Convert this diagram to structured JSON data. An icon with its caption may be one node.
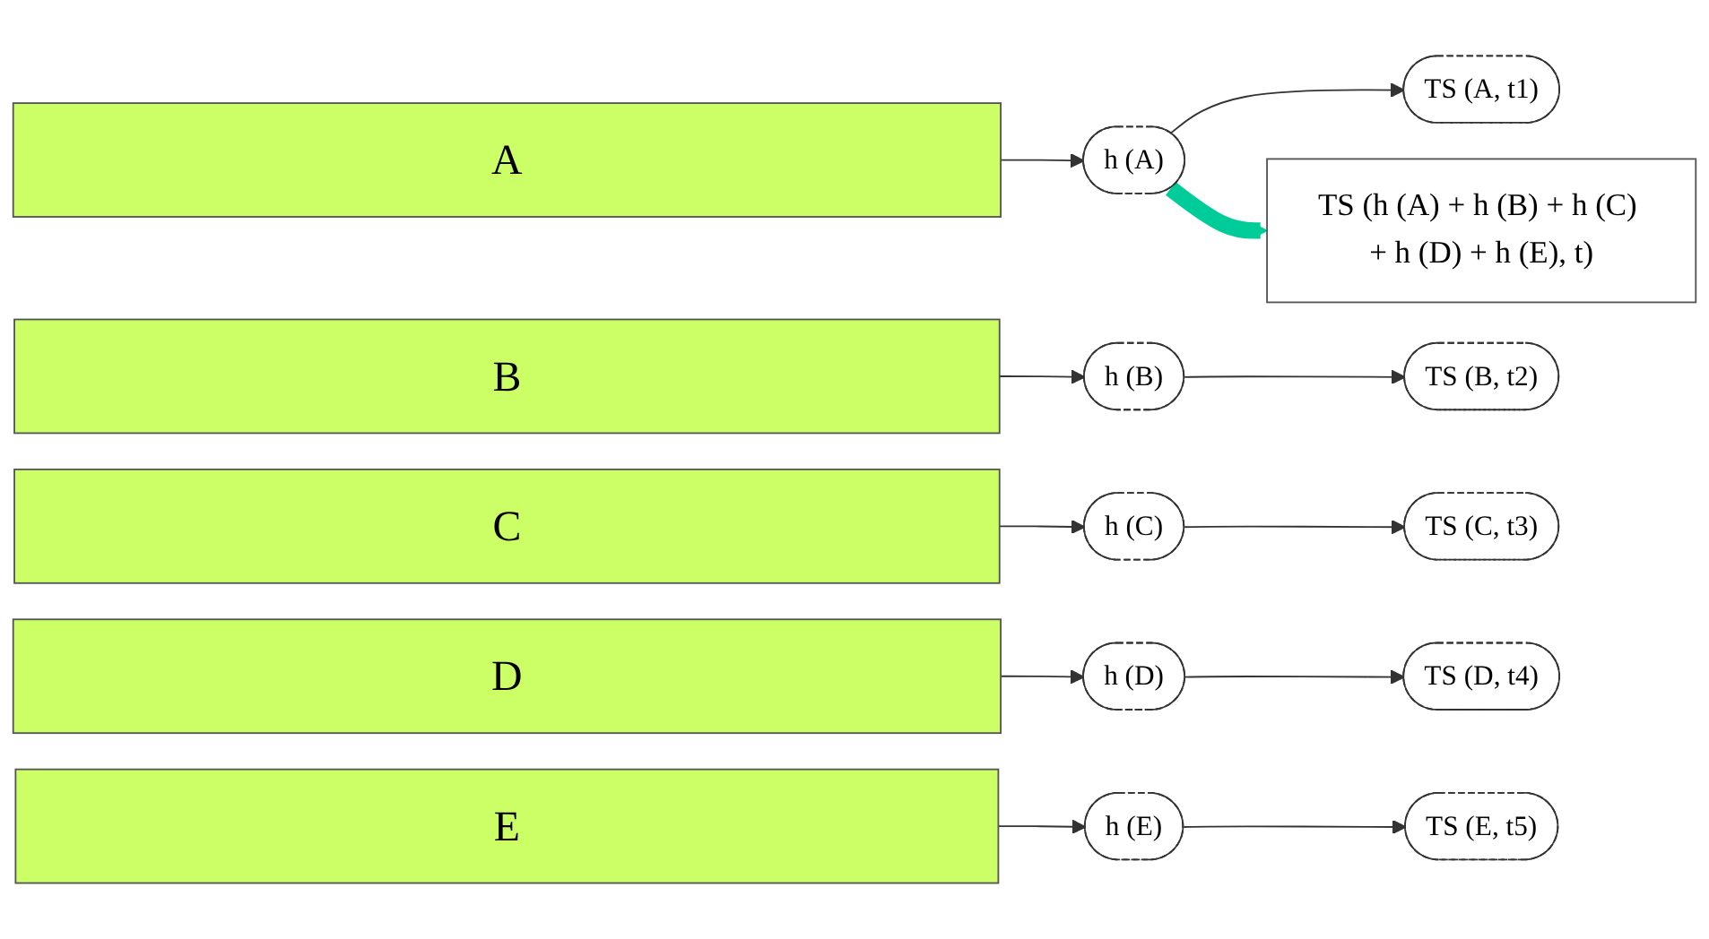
{
  "diagram": {
    "nodes": [
      {
        "text": [
          "A"
        ]
      },
      {
        "text": [
          "h (A)"
        ]
      },
      {
        "text": [
          "TS (A, t1)"
        ]
      },
      {
        "text": [
          "B"
        ]
      },
      {
        "text": [
          "h (B)"
        ]
      },
      {
        "text": [
          "TS (B, t2)"
        ]
      },
      {
        "text": [
          "C"
        ]
      },
      {
        "text": [
          "h (C)"
        ]
      },
      {
        "text": [
          "TS (C, t3)"
        ]
      },
      {
        "text": [
          "D"
        ]
      },
      {
        "text": [
          "h (D)"
        ]
      },
      {
        "text": [
          "TS (D, t4)"
        ]
      },
      {
        "text": [
          "E"
        ]
      },
      {
        "text": [
          "h (E)"
        ]
      },
      {
        "text": [
          "TS (E, t5)"
        ]
      },
      {
        "text": [
          "TS (h (A) + h (B) + h (C) + h (D) + h (E), t)"
        ]
      }
    ],
    "edges": [
      {
        "from": 0,
        "to": 1,
        "arrow": "to"
      },
      {
        "from": 1,
        "to": 2,
        "arrow": "to"
      },
      {
        "from": 3,
        "to": 4,
        "arrow": "to"
      },
      {
        "from": 4,
        "to": 5,
        "arrow": "to"
      },
      {
        "from": 6,
        "to": 7,
        "arrow": "to"
      },
      {
        "from": 7,
        "to": 8,
        "arrow": "to"
      },
      {
        "from": 9,
        "to": 10,
        "arrow": "to"
      },
      {
        "from": 10,
        "to": 11,
        "arrow": "to"
      },
      {
        "from": 12,
        "to": 13,
        "arrow": "to"
      },
      {
        "from": 13,
        "to": 14,
        "arrow": "to"
      },
      {
        "from": 1,
        "to": 15,
        "arrow": "to",
        "style": "thick",
        "color": "#00cc99"
      }
    ]
  }
}
